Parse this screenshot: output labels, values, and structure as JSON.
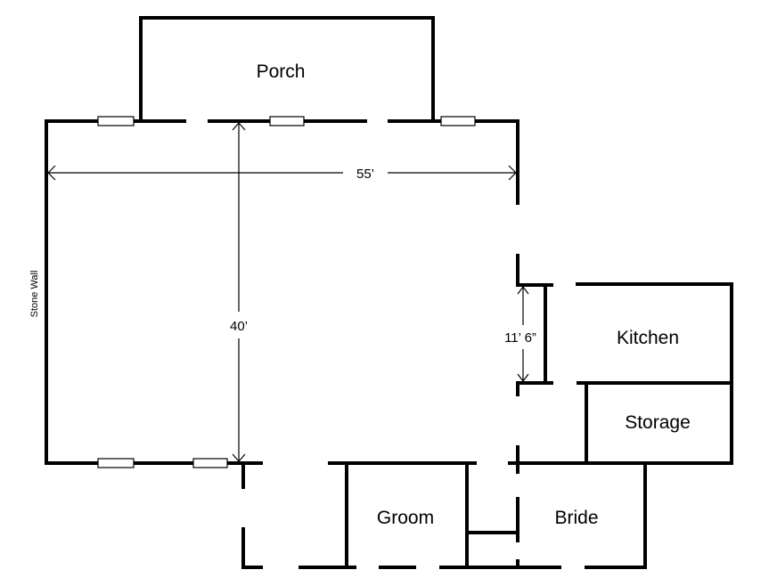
{
  "rooms": {
    "porch": "Porch",
    "kitchen": "Kitchen",
    "storage": "Storage",
    "groom": "Groom",
    "bride": "Bride"
  },
  "dimensions": {
    "width": "55’",
    "depth": "40’",
    "passage": "11’ 6”"
  },
  "annotations": {
    "left_wall": "Stone Wall"
  }
}
